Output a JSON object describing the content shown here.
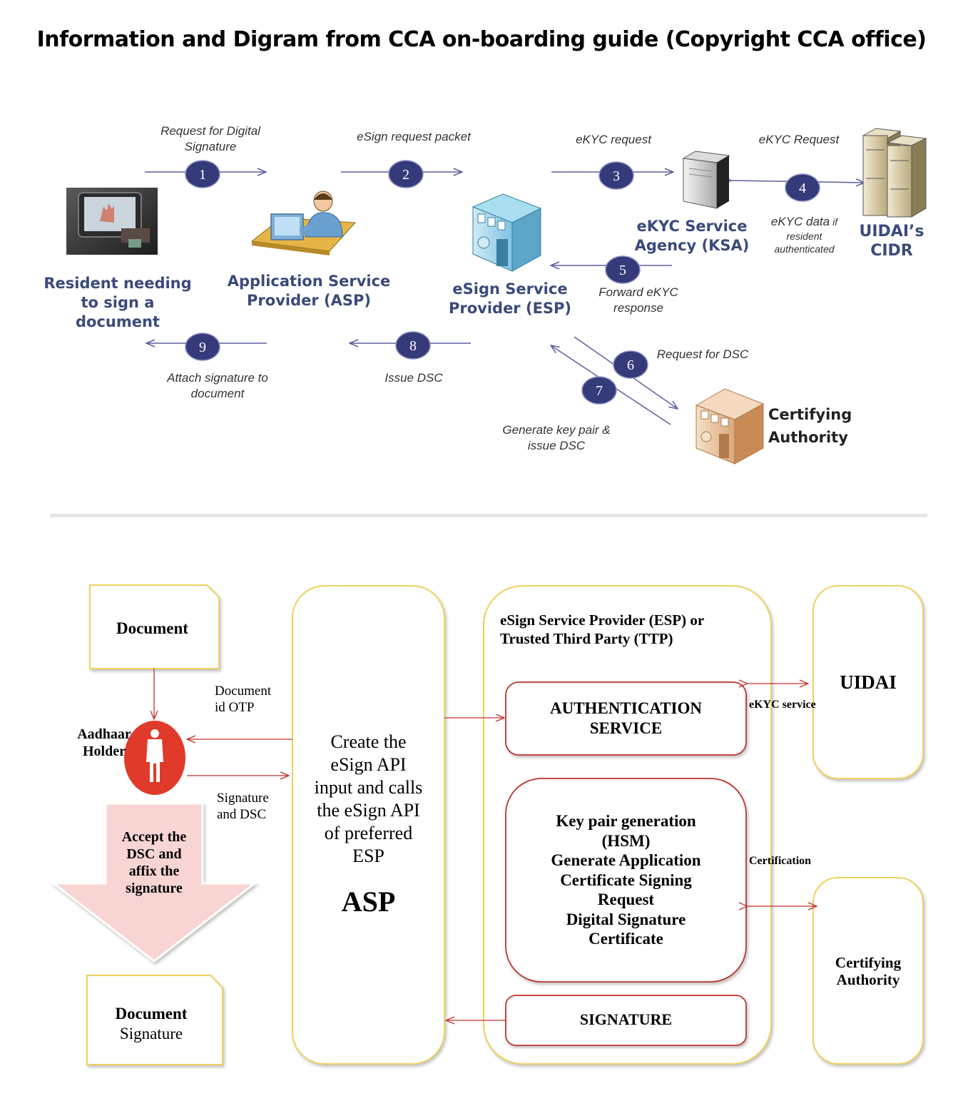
{
  "page_title": "Information and Digram from CCA on-boarding guide (Copyright CCA office)",
  "diagram1": {
    "steps": [
      {
        "num": "1",
        "label_lines": [
          "Request for Digital",
          "Signature"
        ]
      },
      {
        "num": "2",
        "label": "eSign request  packet"
      },
      {
        "num": "3",
        "label": "eKYC request"
      },
      {
        "num": "4",
        "label": "eKYC Request",
        "below_label_main": "eKYC data",
        "below_label_if": "if",
        "below_label_lines": [
          "resident",
          "authenticated"
        ]
      },
      {
        "num": "5",
        "label_lines": [
          "Forward eKYC",
          "response"
        ]
      },
      {
        "num": "6",
        "label": "Request for DSC"
      },
      {
        "num": "7",
        "label_lines": [
          "Generate key pair &",
          "issue DSC"
        ]
      },
      {
        "num": "8",
        "label": "Issue DSC"
      },
      {
        "num": "9",
        "label_lines": [
          "Attach signature to",
          "document"
        ]
      }
    ],
    "entities": {
      "resident": [
        "Resident needing",
        "to sign a",
        "document"
      ],
      "asp": [
        "Application Service",
        "Provider (ASP)"
      ],
      "esp": [
        "eSign Service",
        "Provider (ESP)"
      ],
      "ksa": [
        "eKYC Service",
        "Agency  (KSA)"
      ],
      "uidai": [
        "UIDAI’s",
        "CIDR"
      ],
      "ca": [
        "Certifying",
        "Authority"
      ]
    },
    "colors": {
      "arrow": "#5b5f9e",
      "circle": "#353a7a",
      "entity_text": "#3a4a7a"
    }
  },
  "diagram2": {
    "document_top": "Document",
    "document_id_otp": [
      "Document",
      "id OTP"
    ],
    "aadhaar_holder": [
      "Aadhaar",
      "Holder"
    ],
    "signature_and_dsc": [
      "Signature",
      "and DSC"
    ],
    "accept_arrow": [
      "Accept the",
      "DSC and",
      "affix the",
      "signature"
    ],
    "document_bottom": [
      "Document",
      "Signature"
    ],
    "asp_box": {
      "lines": [
        "Create the",
        "eSign API",
        "input and calls",
        "the eSign API",
        "of preferred",
        "ESP"
      ],
      "title": "ASP"
    },
    "esp_box": {
      "title_lines": [
        "eSign Service Provider (ESP) or",
        "Trusted Third Party  (TTP)"
      ],
      "auth_service": [
        "AUTHENTICATION",
        "SERVICE"
      ],
      "keypair": [
        "Key pair generation",
        "(HSM)",
        "Generate Application",
        "Certificate Signing",
        "Request",
        "Digital Signature",
        "Certificate"
      ],
      "signature": "SIGNATURE"
    },
    "uidai": "UIDAI",
    "ekyc_service": "eKYC service",
    "certification": "Certification",
    "certifying_authority": [
      "Certifying",
      "Authority"
    ],
    "colors": {
      "box_border": "#f0d060",
      "red": "#c0302a",
      "arrow_fill": "#f8d5d3",
      "person": "#e03a2a"
    }
  }
}
